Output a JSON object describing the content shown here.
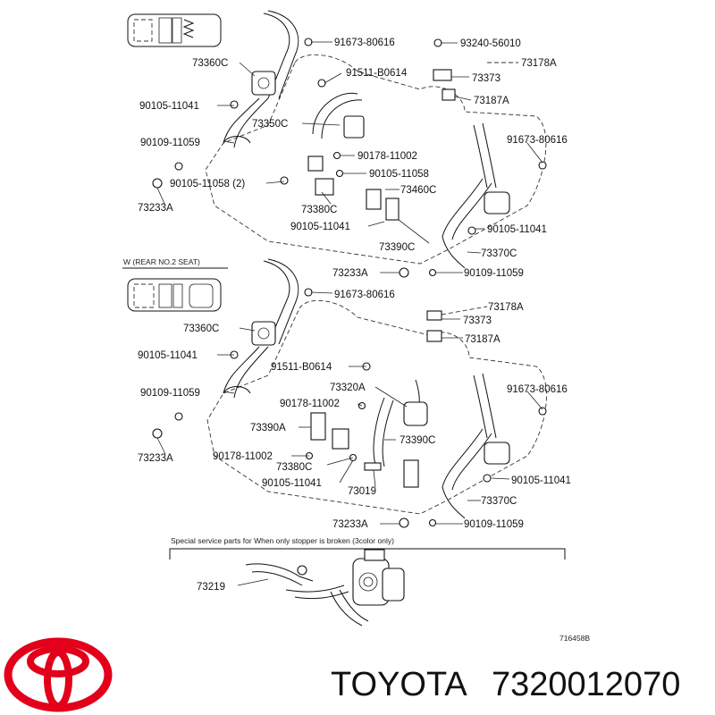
{
  "diagram": {
    "section_w_label": "W (REAR NO.2 SEAT)",
    "special_note": "Special service parts for When only stopper is broken (3color only)",
    "figure_code": "716458B",
    "callouts_top": [
      "91673-80616",
      "93240-56010",
      "73360C",
      "73178A",
      "91511-B0614",
      "73373",
      "90105-11041",
      "73187A",
      "73350C",
      "90109-11059",
      "91673-80616",
      "90178-11002",
      "90105-11058",
      "90105-11058 (2)",
      "73460C",
      "73233A",
      "73380C",
      "90105-11041",
      "90105-11041",
      "73390C",
      "73370C",
      "73233A",
      "90109-11059"
    ],
    "callouts_bottom": [
      "91673-80616",
      "73178A",
      "73360C",
      "73373",
      "73187A",
      "90105-11041",
      "91511-B0614",
      "73320A",
      "91673-80616",
      "90109-11059",
      "90178-11002",
      "73390A",
      "73390C",
      "73233A",
      "90178-11002",
      "73380C",
      "90105-11041",
      "90105-11041",
      "73019",
      "73370C",
      "73233A",
      "90109-11059",
      "73219"
    ]
  },
  "footer": {
    "brand": "TOYOTA",
    "part_number": "7320012070"
  },
  "colors": {
    "logo_red": "#e2001a",
    "ink": "#111111"
  }
}
